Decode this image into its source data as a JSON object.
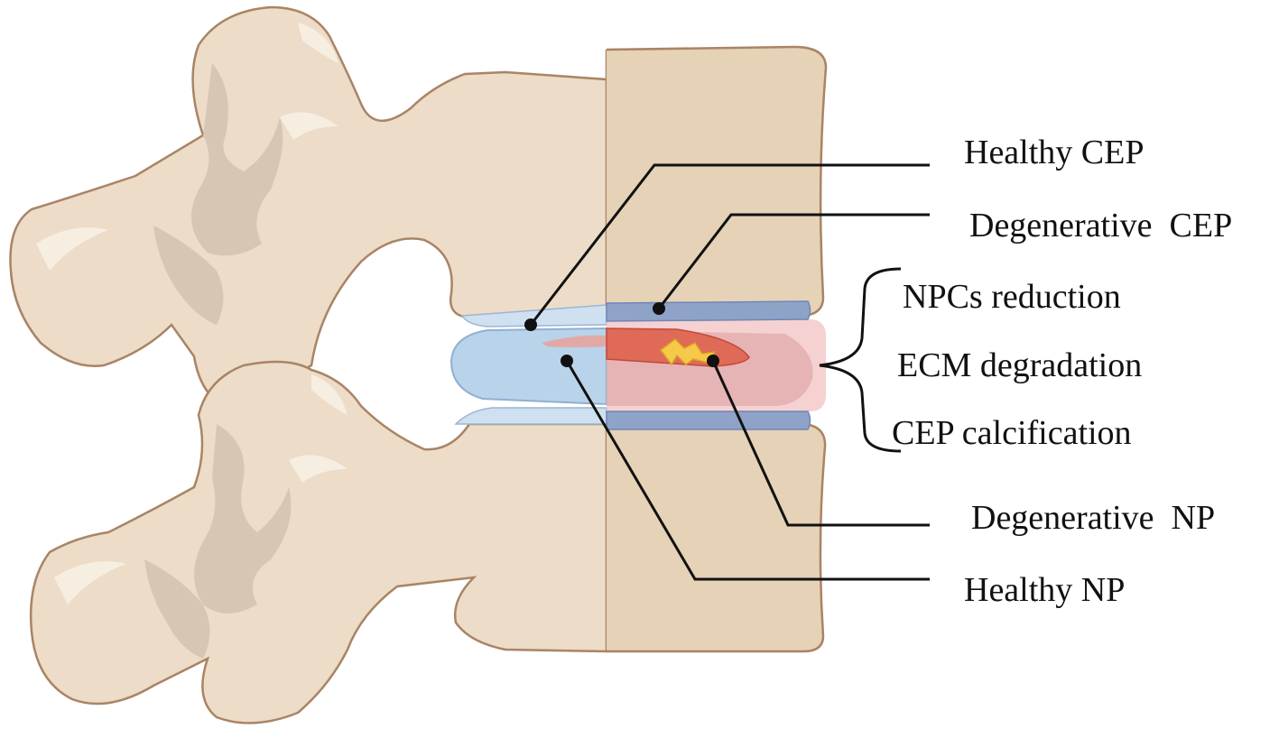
{
  "labels": {
    "healthy_cep": "Healthy CEP",
    "degenerative_cep": "Degenerative  CEP",
    "npcs_reduction": "NPCs reduction",
    "ecm_degradation": "ECM degradation",
    "cep_calcification": "CEP calcification",
    "degenerative_np": "Degenerative  NP",
    "healthy_np": "Healthy NP"
  },
  "colors": {
    "bone": "#ecdcc8",
    "bone_outline": "#a98465",
    "healthy_disc": "#b9d3ea",
    "degenerative_endplate": "#8fa3c9",
    "degenerative_nucleus": "#e06a58",
    "inflammation_overlay": "#f4c9c9",
    "calcification": "#f6c94a"
  }
}
